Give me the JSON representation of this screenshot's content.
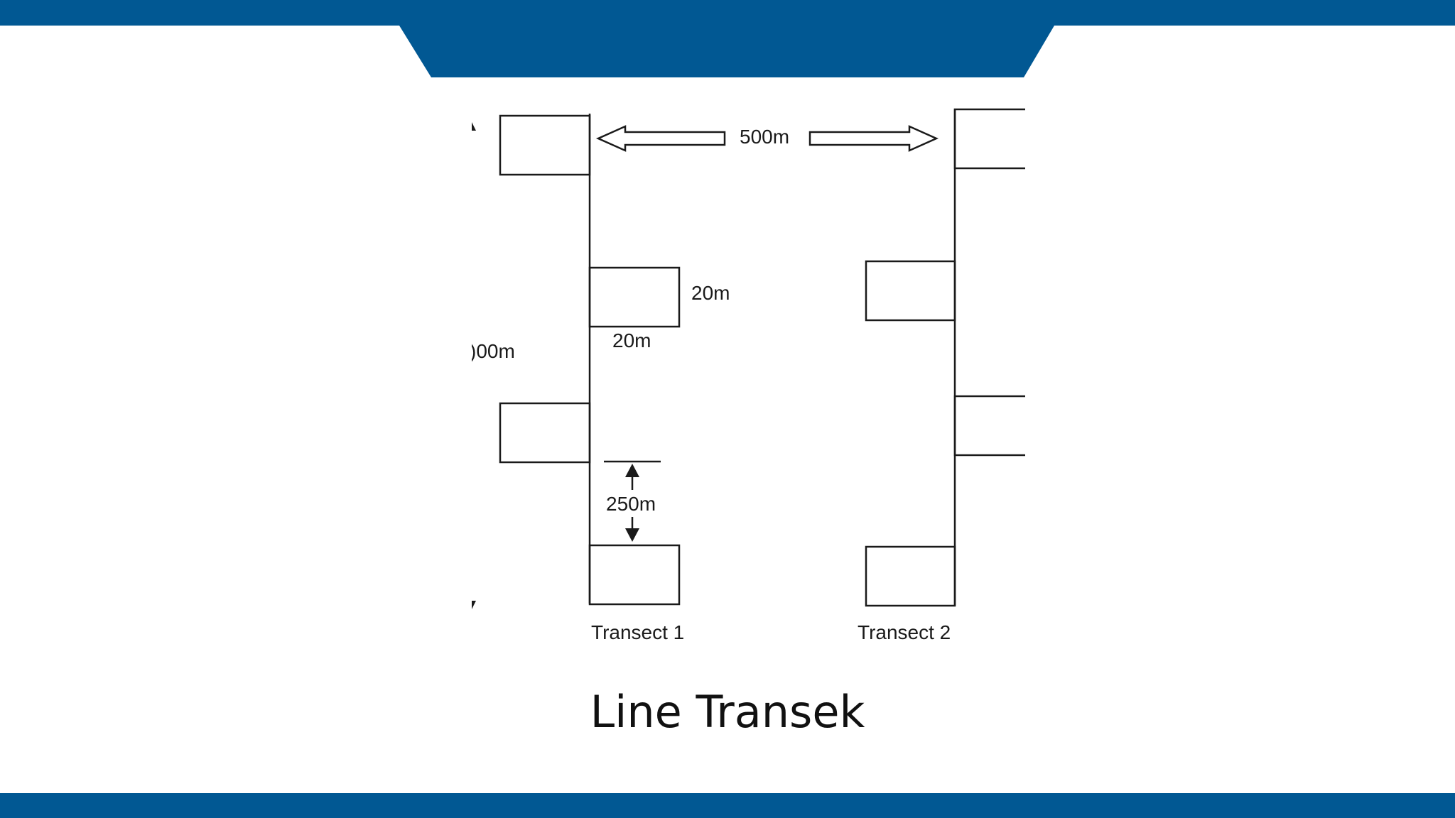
{
  "colors": {
    "brand": "#015893",
    "line": "#1a1a1a",
    "background": "#ffffff"
  },
  "diagram": {
    "spacing_label": "500m",
    "length_label": ")00m",
    "quadrat_height_label": "20m",
    "quadrat_width_label": "20m",
    "interval_label": "250m",
    "transect_1_label": "Transect 1",
    "transect_2_label": "Transect 2"
  },
  "caption": "Line Transek"
}
